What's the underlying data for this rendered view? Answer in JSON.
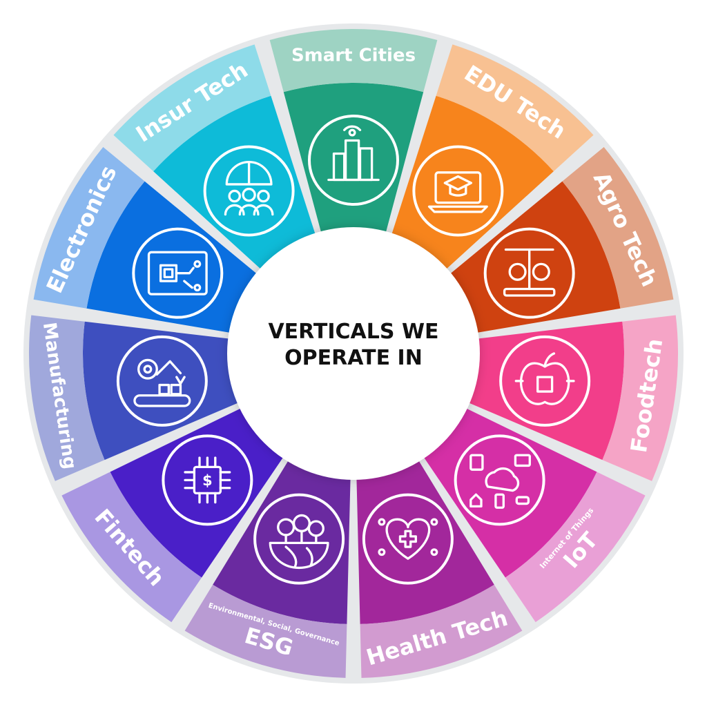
{
  "center": {
    "line1": "VERTICALS WE",
    "line2": "OPERATE IN"
  },
  "segments": [
    {
      "id": "smart-cities",
      "label": "Smart Cities",
      "sublabel": "",
      "icon": "city-buildings-icon",
      "color": "#1fa07e",
      "band": "#9ed3c3"
    },
    {
      "id": "edu-tech",
      "label": "EDU Tech",
      "sublabel": "",
      "icon": "graduation-laptop-icon",
      "color": "#f7841c",
      "band": "#f8c192"
    },
    {
      "id": "agro-tech",
      "label": "Agro Tech",
      "sublabel": "",
      "icon": "hydroponic-plants-icon",
      "color": "#cf4210",
      "band": "#e2a386"
    },
    {
      "id": "foodtech",
      "label": "Foodtech",
      "sublabel": "",
      "icon": "apple-chip-icon",
      "color": "#f23e8a",
      "band": "#f5a4c6"
    },
    {
      "id": "iot",
      "label": "IoT",
      "sublabel": "Internet of Things",
      "icon": "connected-devices-icon",
      "color": "#d52fa6",
      "band": "#e9a0d6"
    },
    {
      "id": "health-tech",
      "label": "Health Tech",
      "sublabel": "",
      "icon": "heart-network-icon",
      "color": "#a2279b",
      "band": "#d29bd0"
    },
    {
      "id": "esg",
      "label": "ESG",
      "sublabel": "Environmental, Social, Governance",
      "icon": "forest-earth-icon",
      "color": "#6a2aa0",
      "band": "#b99bd3"
    },
    {
      "id": "fintech",
      "label": "Fintech",
      "sublabel": "",
      "icon": "dollar-chip-icon",
      "color": "#4a1fc8",
      "band": "#a997e2"
    },
    {
      "id": "manufacturing",
      "label": "Manufacturing",
      "sublabel": "",
      "icon": "robot-arm-conveyor-icon",
      "color": "#3e4fbf",
      "band": "#a0a8dc"
    },
    {
      "id": "electronics",
      "label": "Electronics",
      "sublabel": "",
      "icon": "circuit-board-icon",
      "color": "#0a6fe0",
      "band": "#8ab8ef"
    },
    {
      "id": "insur-tech",
      "label": "Insur Tech",
      "sublabel": "",
      "icon": "umbrella-people-icon",
      "color": "#0ebbd8",
      "band": "#8edbe9"
    }
  ]
}
